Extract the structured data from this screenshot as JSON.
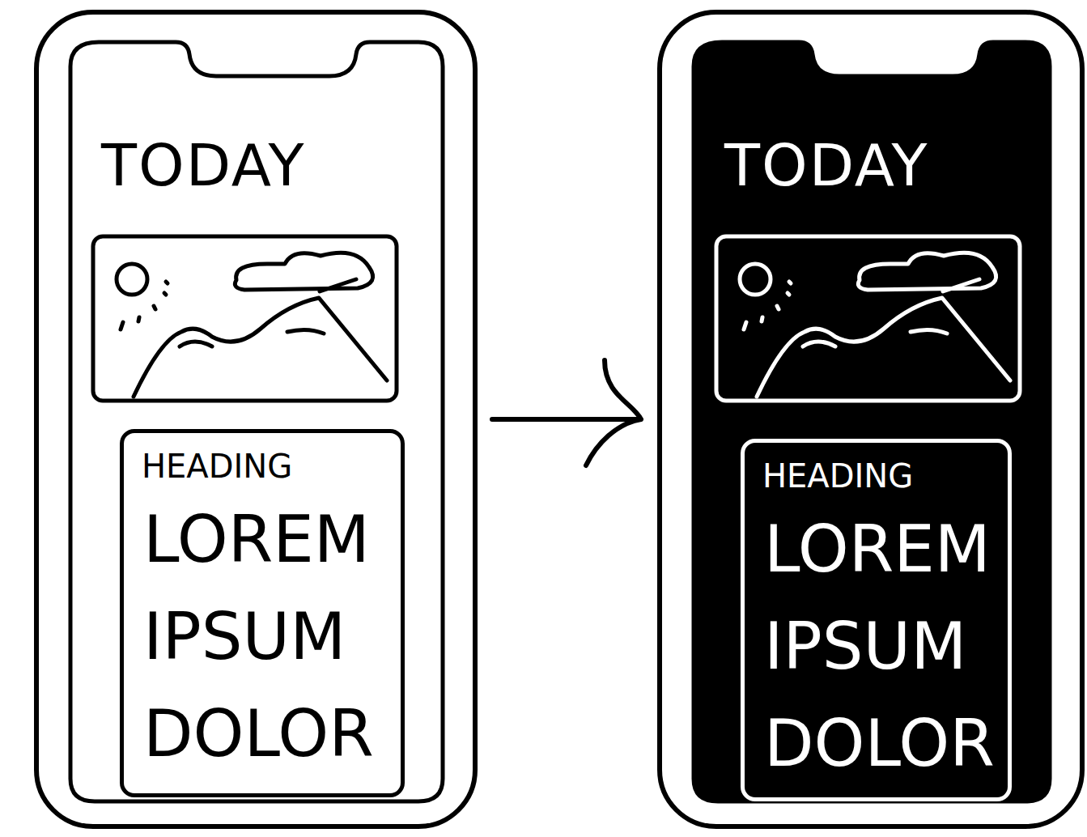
{
  "diagram": {
    "nodes": [
      {
        "text": [
          "TODAY"
        ]
      },
      {
        "text": [
          "HEADING",
          "LOREM IPSUM DOLOR"
        ],
        "in": 0
      },
      {
        "text": [
          "TODAY"
        ]
      },
      {
        "text": [
          "HEADING",
          "LOREM IPSUM DOLOR"
        ],
        "in": 2
      }
    ],
    "edges": [
      {
        "from": 0,
        "to": 2,
        "arrow": "to"
      }
    ]
  }
}
